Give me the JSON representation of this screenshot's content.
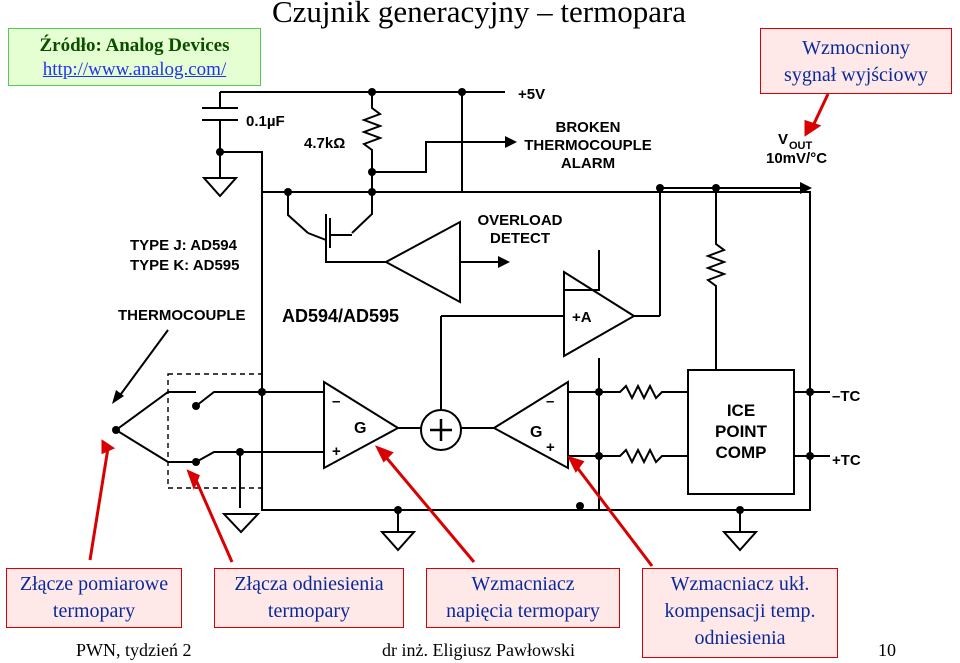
{
  "title": "Czujnik generacyjny – termopara",
  "source": {
    "label": "Źródło: Analog Devices",
    "url": "http://www.analog.com/"
  },
  "output_callout": [
    "Wzmocniony",
    "sygnał wyjściowy"
  ],
  "callouts": [
    [
      "Złącze pomiarowe",
      "termopary"
    ],
    [
      "Złącza odniesienia",
      "termopary"
    ],
    [
      "Wzmacniacz",
      "napięcia termopary"
    ],
    [
      "Wzmacniacz ukł.",
      "kompensacji temp.",
      "odniesienia"
    ]
  ],
  "schematic": {
    "cap": "0.1µF",
    "res": "4.7kΩ",
    "supply": "+5V",
    "broken": [
      "BROKEN",
      "THERMOCOUPLE",
      "ALARM"
    ],
    "vout_main": "V",
    "vout_sub": "OUT",
    "vout_scale": "10mV/°C",
    "overload": [
      "OVERLOAD",
      "DETECT"
    ],
    "type_j": "TYPE J:  AD594",
    "type_k": "TYPE K: AD595",
    "thermocouple": "THERMOCOUPLE",
    "part": "AD594/AD595",
    "amp_a": "+A",
    "ice": [
      "ICE",
      "POINT",
      "COMP"
    ],
    "minus_tc": "–TC",
    "plus_tc": "+TC",
    "gain": "G",
    "plus": "+",
    "minus": "–"
  },
  "footer": {
    "left": "PWN,  tydzień 2",
    "center": "dr inż. Eligiusz Pawłowski",
    "page": "10"
  },
  "colors": {
    "arrow": "#d80000",
    "callout_bg": "#ffe8e8",
    "callout_text": "#0a2a9a",
    "source_bg": "#e6ffd2"
  }
}
